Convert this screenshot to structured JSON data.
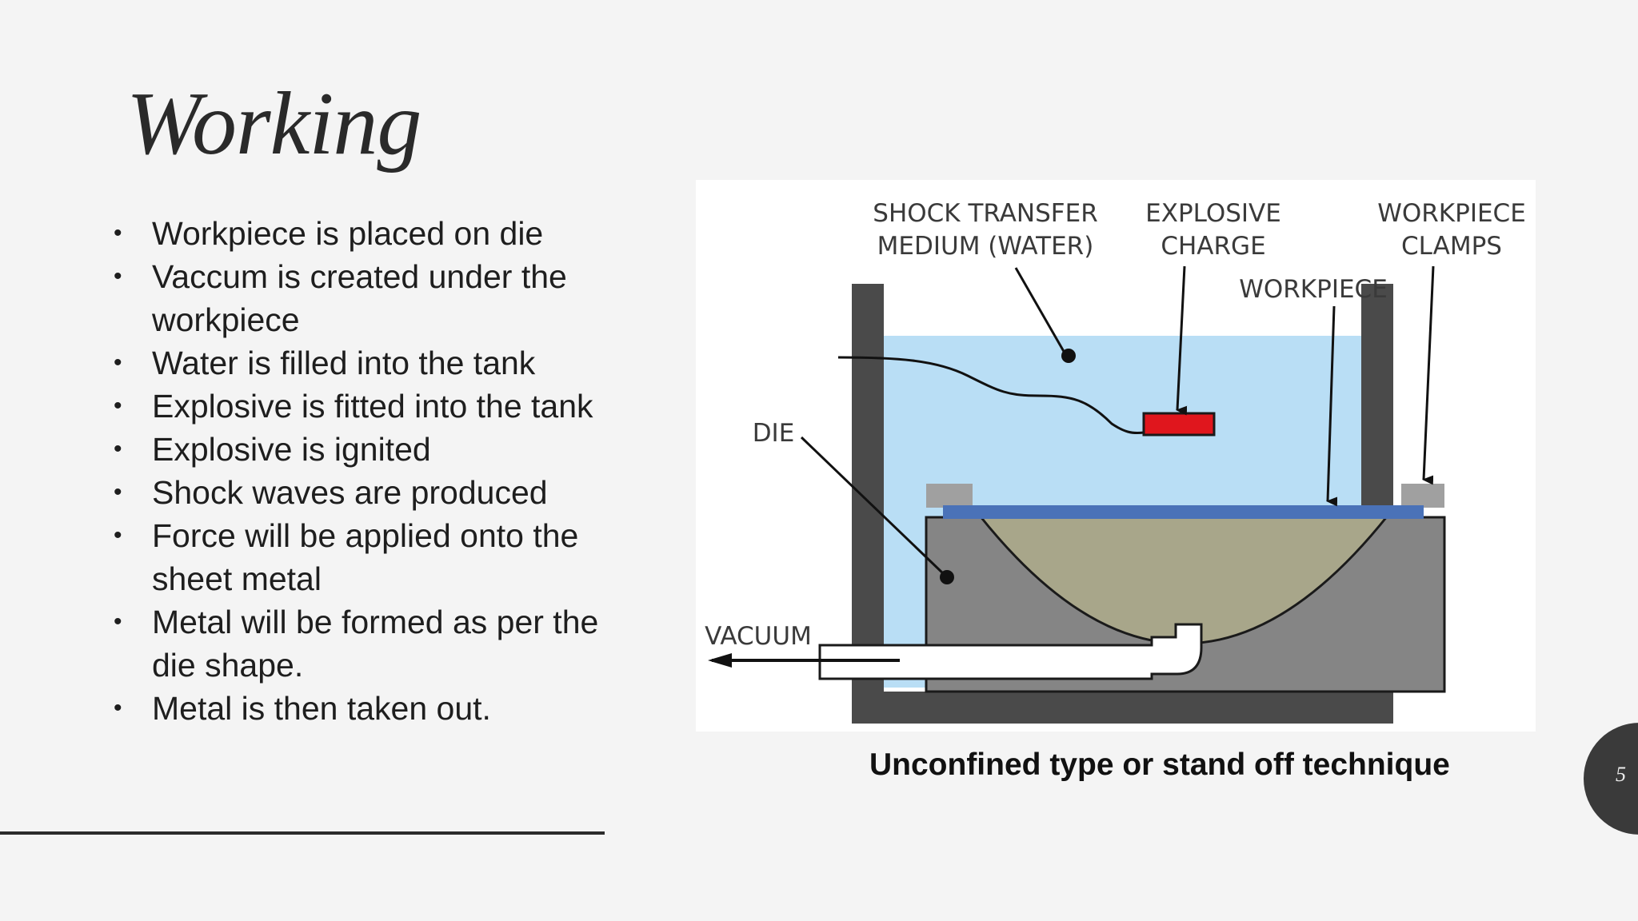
{
  "slide": {
    "title": "Working",
    "bullets": [
      "Workpiece is placed on die",
      "Vaccum is created under the workpiece",
      "Water is filled into the tank",
      "Explosive is fitted into the tank",
      "Explosive is ignited",
      "Shock waves are produced",
      "Force will be applied onto the sheet metal",
      "Metal will be formed as per the die shape.",
      "Metal is then taken out."
    ],
    "caption": "Unconfined type or stand off technique",
    "page_number": "5"
  },
  "diagram": {
    "labels": {
      "shock_line1": "SHOCK TRANSFER",
      "shock_line2": "MEDIUM (WATER)",
      "explosive_line1": "EXPLOSIVE",
      "explosive_line2": "CHARGE",
      "clamps_line1": "WORKPIECE",
      "clamps_line2": "CLAMPS",
      "workpiece": "WORKPIECE",
      "die": "DIE",
      "vacuum": "VACUUM"
    },
    "colors": {
      "tank": "#4a4a4a",
      "water": "#b9def5",
      "die": "#858585",
      "cavity": "#a8a68a",
      "workpiece": "#4a72b8",
      "explosive": "#e0161d",
      "clamp": "#a0a0a0"
    }
  }
}
